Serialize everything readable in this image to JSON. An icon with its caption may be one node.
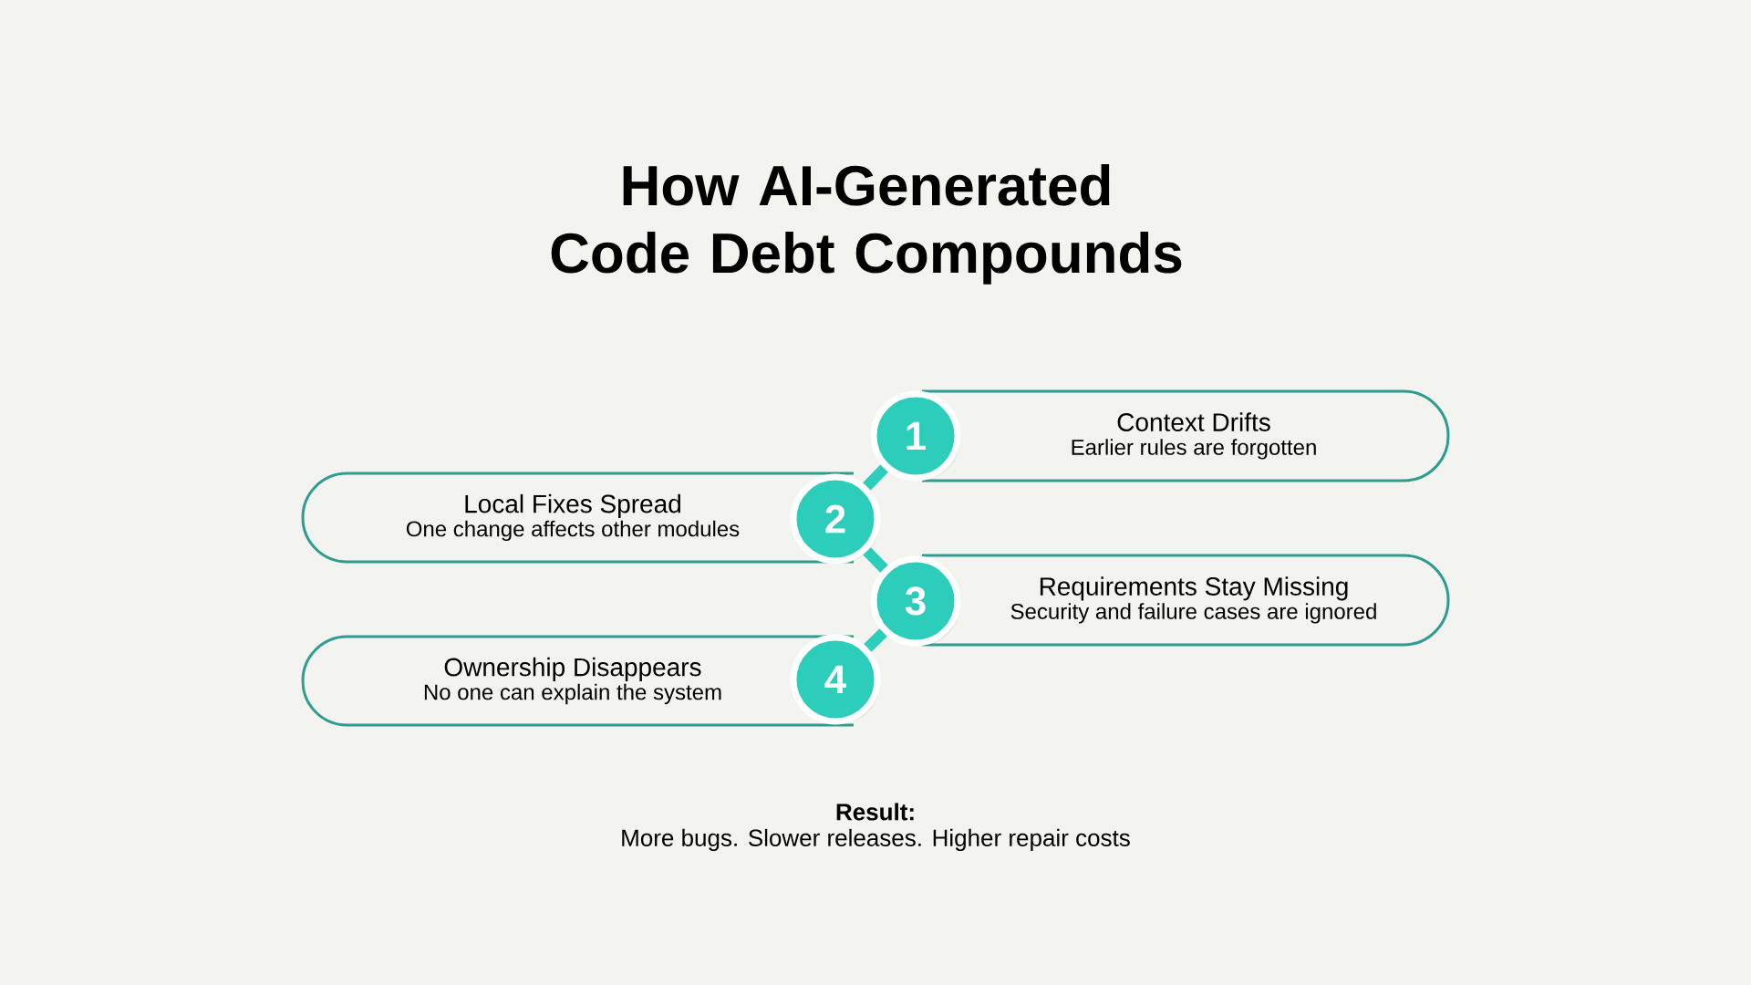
{
  "diagram": {
    "title": "How AI-Generated Code Debt Compounds",
    "nodes": [
      {
        "text": [
          "1"
        ]
      },
      {
        "text": [
          "Context Drifts",
          "Earlier rules are forgotten"
        ]
      },
      {
        "text": [
          "Local Fixes Spread",
          "One change affects other modules"
        ]
      },
      {
        "text": [
          "2"
        ]
      },
      {
        "text": [
          "3"
        ]
      },
      {
        "text": [
          "Requirements Stay Missing",
          "Security and failure cases are ignored"
        ]
      },
      {
        "text": [
          "Ownership Disappears",
          "No one can explain the system"
        ]
      },
      {
        "text": [
          "4"
        ]
      }
    ],
    "edges": [
      {
        "from": 0,
        "to": 3,
        "arrow": "none"
      },
      {
        "from": 3,
        "to": 4,
        "arrow": "none"
      },
      {
        "from": 4,
        "to": 7,
        "arrow": "none"
      }
    ],
    "labels": [
      "Result:",
      "More bugs. Slower releases. Higher repair costs"
    ]
  }
}
